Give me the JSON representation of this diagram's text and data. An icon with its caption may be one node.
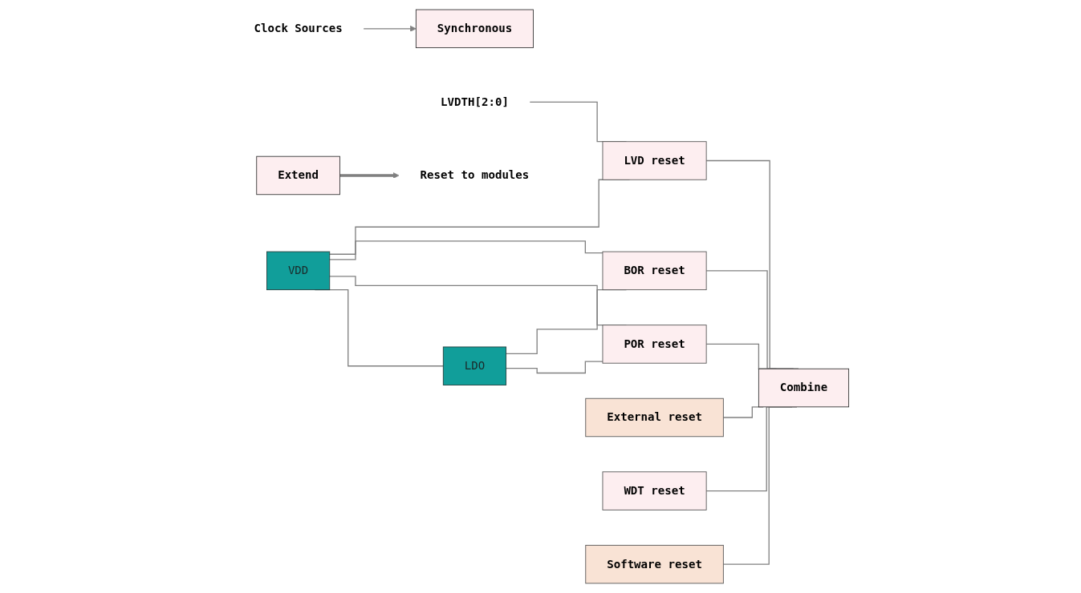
{
  "diagram": {
    "nodes": [
      {
        "text": [
          "VDD"
        ]
      },
      {
        "text": [
          "LDO"
        ]
      },
      {
        "text": [
          "POR reset"
        ]
      },
      {
        "text": [
          "BOR reset"
        ]
      },
      {
        "text": [
          "LVDTH[2:0]"
        ]
      },
      {
        "text": [
          "LVD reset"
        ]
      },
      {
        "text": [
          "External reset"
        ]
      },
      {
        "text": [
          "WDT reset"
        ]
      },
      {
        "text": [
          "Software reset"
        ]
      },
      {
        "text": [
          "Combine"
        ]
      },
      {
        "text": [
          "Synchronous"
        ]
      },
      {
        "text": [
          "Extend"
        ]
      },
      {
        "text": [
          "Reset to modules"
        ]
      },
      {
        "text": [
          "Clock Sources"
        ]
      }
    ],
    "edges": [
      {
        "from": 0,
        "to": 1,
        "arrow": "none"
      },
      {
        "from": 0,
        "to": 2,
        "arrow": "none"
      },
      {
        "from": 1,
        "to": 2,
        "arrow": "none"
      },
      {
        "from": 1,
        "to": 3,
        "arrow": "none"
      },
      {
        "from": 0,
        "to": 3,
        "arrow": "none"
      },
      {
        "from": 4,
        "to": 5,
        "arrow": "none"
      },
      {
        "from": 0,
        "to": 5,
        "arrow": "none"
      },
      {
        "from": 2,
        "to": 9,
        "arrow": "none"
      },
      {
        "from": 3,
        "to": 9,
        "arrow": "none"
      },
      {
        "from": 5,
        "to": 9,
        "arrow": "none"
      },
      {
        "from": 6,
        "to": 9,
        "arrow": "none"
      },
      {
        "from": 7,
        "to": 9,
        "arrow": "none"
      },
      {
        "from": 8,
        "to": 9,
        "arrow": "none"
      },
      {
        "from": 11,
        "to": 12,
        "arrow": "to",
        "style": "thick"
      },
      {
        "from": 13,
        "to": 10,
        "arrow": "to"
      }
    ]
  }
}
